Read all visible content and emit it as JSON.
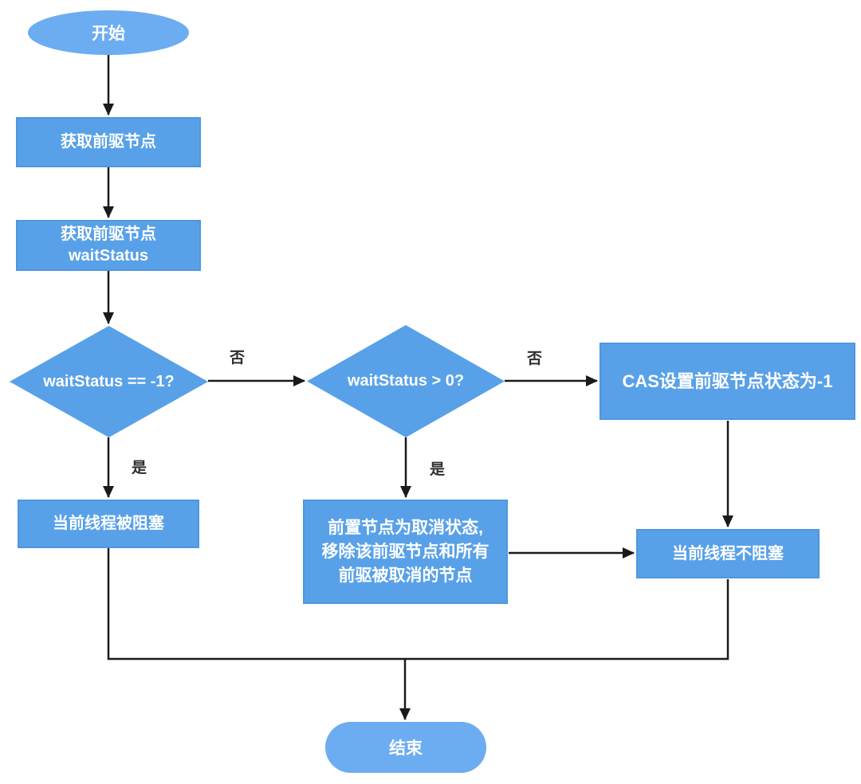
{
  "diagram": {
    "title": "waitStatus flowchart",
    "colors": {
      "node_fill": "#58A1E8",
      "node_border": "#4D97E0",
      "terminal_fill": "#6CACF1",
      "node_text": "#ffffff",
      "edge_label_text": "#2e2e2e",
      "arrow": "#1a1a1a",
      "background": "#ffffff"
    },
    "nodes": {
      "start": {
        "type": "terminal",
        "label": "开始"
      },
      "get_pred": {
        "type": "process",
        "label": "获取前驱节点"
      },
      "get_status": {
        "type": "process",
        "label": "获取前驱节点\nwaitStatus"
      },
      "check_minus1": {
        "type": "decision",
        "label": "waitStatus == -1?"
      },
      "check_gt0": {
        "type": "decision",
        "label": "waitStatus > 0?"
      },
      "cas_set": {
        "type": "process",
        "label": "CAS设置前驱节点状态为-1"
      },
      "blocked": {
        "type": "process",
        "label": "当前线程被阻塞"
      },
      "cancelled": {
        "type": "process",
        "label": "前置节点为取消状态,\n移除该前驱节点和所有\n前驱被取消的节点"
      },
      "not_blocked": {
        "type": "process",
        "label": "当前线程不阻塞"
      },
      "end": {
        "type": "terminal",
        "label": "结束"
      }
    },
    "edge_labels": {
      "no1": "否",
      "yes1": "是",
      "no2": "否",
      "yes2": "是"
    }
  }
}
